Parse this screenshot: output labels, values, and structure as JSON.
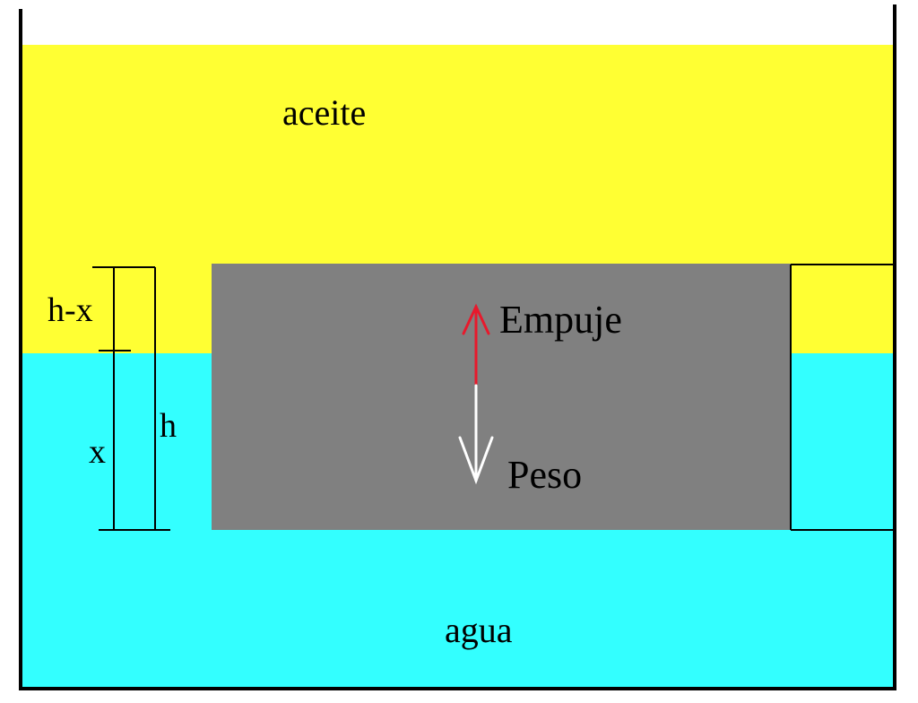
{
  "labels": {
    "oil": "aceite",
    "water": "agua",
    "buoyancy": "Empuje",
    "weight": "Peso",
    "dim_upper": "h-x",
    "dim_lower": "x",
    "dim_total": "h"
  },
  "colors": {
    "oil": "#ffff33",
    "water": "#33ffff",
    "block": "#808080",
    "buoyancy_arrow": "#e8192c",
    "weight_arrow": "#ffffff",
    "lines": "#000000",
    "background": "#ffffff"
  }
}
